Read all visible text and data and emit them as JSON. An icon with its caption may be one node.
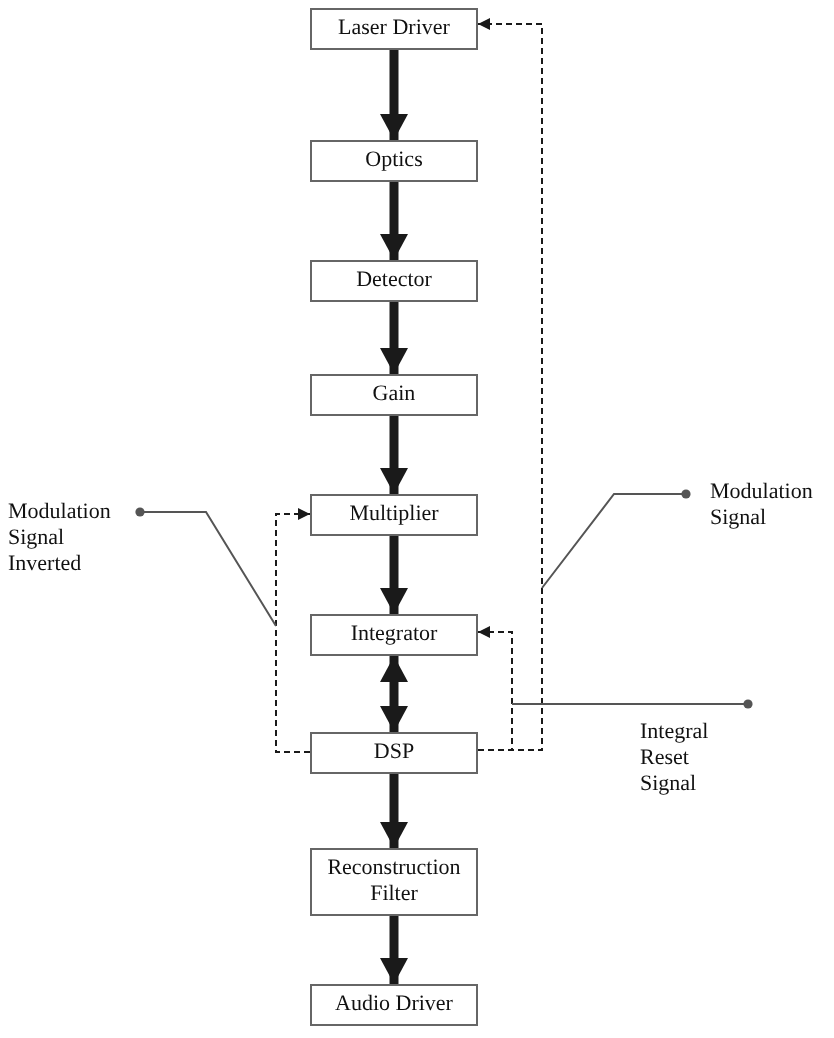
{
  "diagram": {
    "nodes": [
      {
        "text": [
          "Laser Driver"
        ]
      },
      {
        "text": [
          "Optics"
        ]
      },
      {
        "text": [
          "Detector"
        ]
      },
      {
        "text": [
          "Gain"
        ]
      },
      {
        "text": [
          "Multiplier"
        ]
      },
      {
        "text": [
          "Integrator"
        ]
      },
      {
        "text": [
          "DSP"
        ]
      },
      {
        "text": [
          "Reconstruction Filter"
        ]
      },
      {
        "text": [
          "Audio Driver"
        ]
      },
      {
        "text": [
          "Modulation Signal Inverted"
        ]
      },
      {
        "text": [
          "Modulation Signal"
        ]
      },
      {
        "text": [
          "Integral Reset Signal"
        ]
      }
    ],
    "edges": [
      {
        "from": 0,
        "to": 1,
        "arrow": "to"
      },
      {
        "from": 1,
        "to": 2,
        "arrow": "to"
      },
      {
        "from": 2,
        "to": 3,
        "arrow": "to"
      },
      {
        "from": 3,
        "to": 4,
        "arrow": "to"
      },
      {
        "from": 4,
        "to": 5,
        "arrow": "to"
      },
      {
        "from": 5,
        "to": 6,
        "arrow": "both"
      },
      {
        "from": 6,
        "to": 7,
        "arrow": "to"
      },
      {
        "from": 7,
        "to": 8,
        "arrow": "to"
      },
      {
        "from": 6,
        "to": 0,
        "arrow": "to",
        "style": "dashed"
      },
      {
        "from": 6,
        "to": 5,
        "arrow": "to",
        "style": "dashed"
      },
      {
        "from": 6,
        "to": 4,
        "arrow": "to",
        "style": "dashed"
      },
      {
        "from": 9,
        "to": null,
        "arrow": "other",
        "color": "#555555"
      },
      {
        "from": 10,
        "to": null,
        "arrow": "other",
        "color": "#555555"
      },
      {
        "from": 11,
        "to": null,
        "arrow": "other",
        "color": "#555555"
      }
    ]
  }
}
